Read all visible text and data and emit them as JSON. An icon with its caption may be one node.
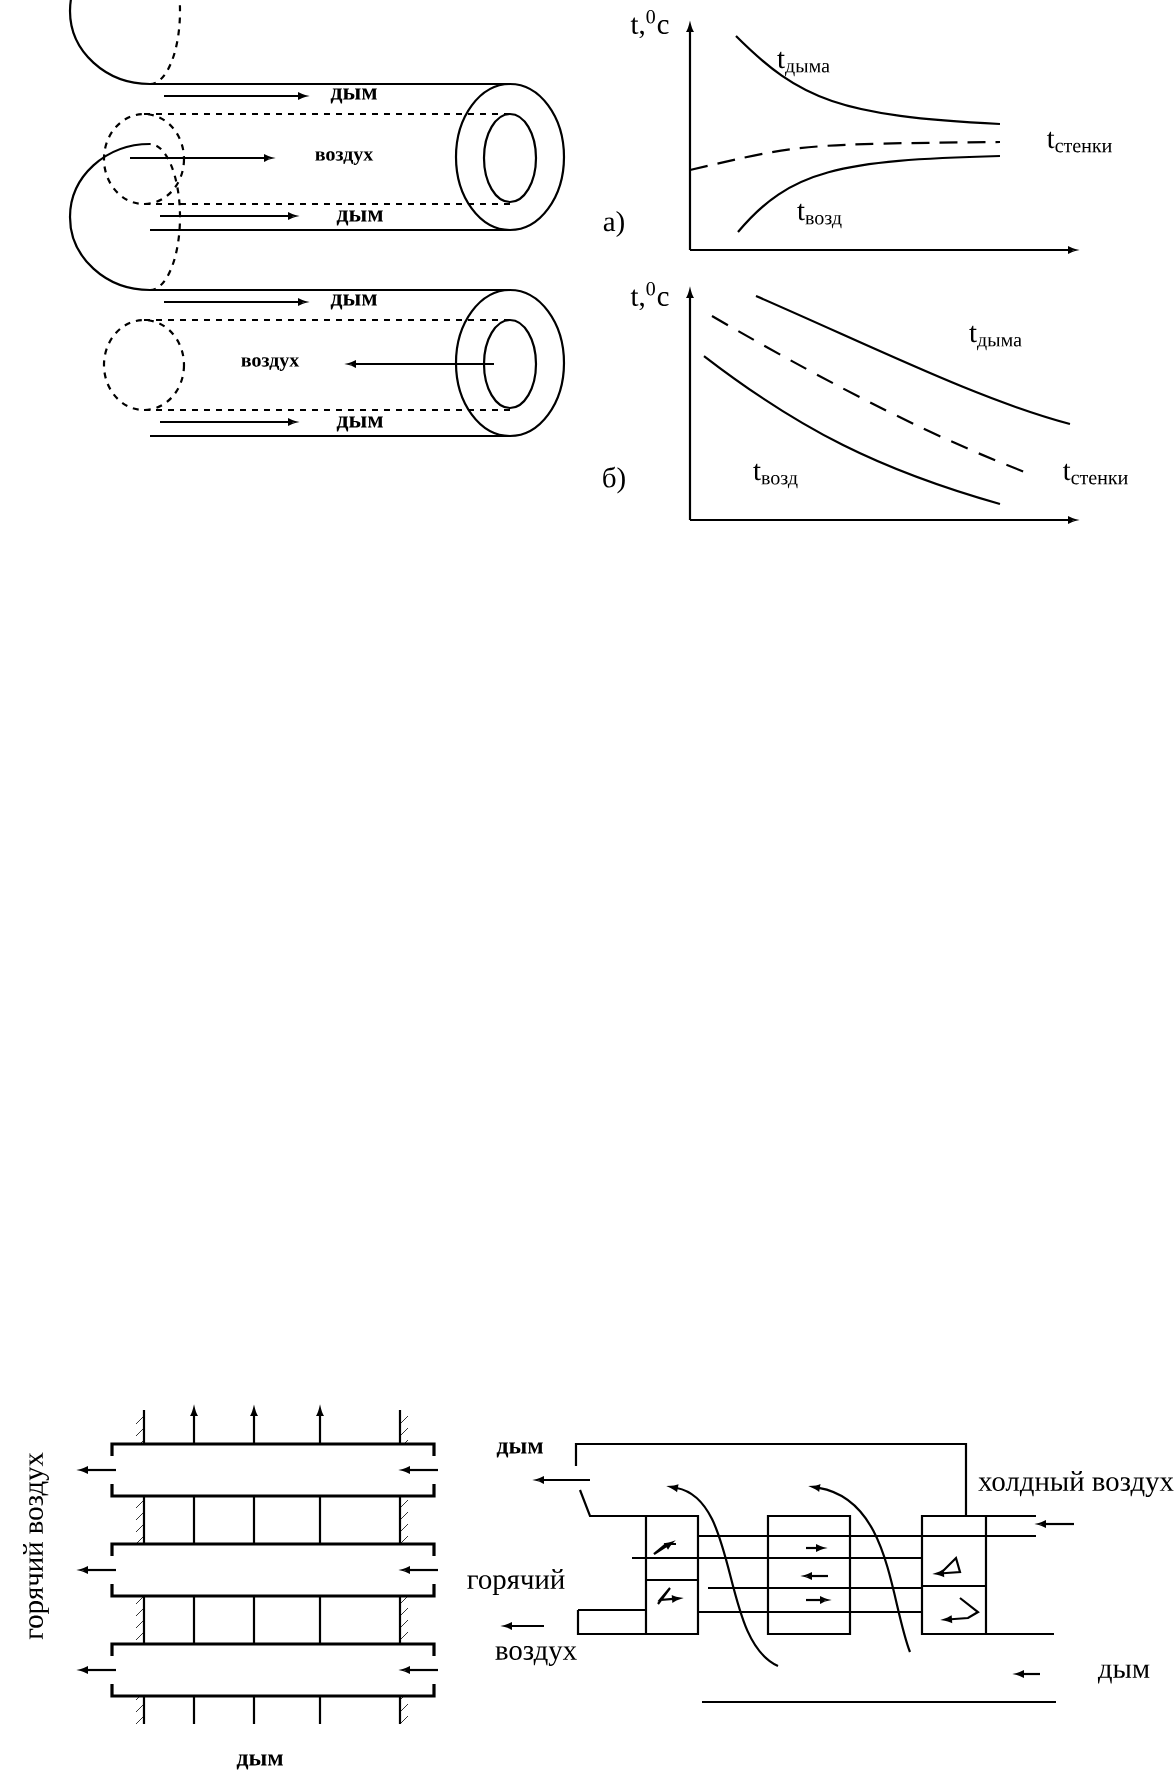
{
  "diagram": {
    "labels": [
      "дым",
      "воздух",
      "дым",
      "дым",
      "воздух",
      "дым",
      "t,$^{0}$c",
      "t$_{дыма}$",
      "t$_{стенки}$",
      "а)",
      "t$_{возд}$",
      "t,$^{0}$c",
      "t$_{дыма}$",
      "б)",
      "t$_{возд}$",
      "t$_{стенки}$",
      "горячий воздух",
      "дым",
      "холдный воздух",
      "горячий",
      "воздух",
      "дым",
      "дым"
    ]
  }
}
